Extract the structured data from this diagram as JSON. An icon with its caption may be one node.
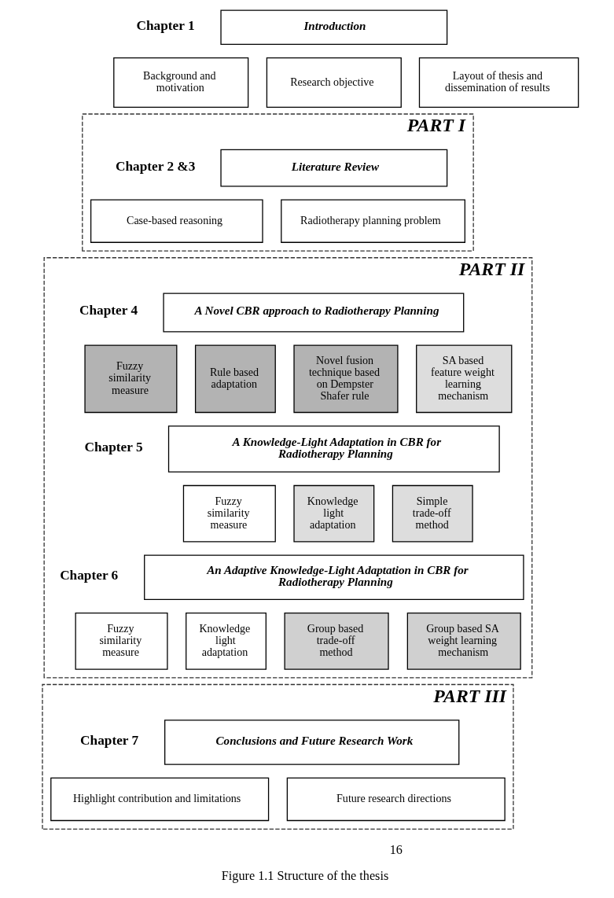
{
  "diagram": {
    "caption": "Figure 1.1 Structure of the thesis",
    "nodes": [
      {
        "text": [
          "Introduction"
        ],
        "beside": [
          "Chapter 1"
        ]
      },
      {
        "text": [
          "Background and motivation"
        ]
      },
      {
        "text": [
          "Research objective"
        ]
      },
      {
        "text": [
          "Layout of thesis and dissemination of results"
        ]
      },
      {
        "text": [
          "PART I"
        ]
      },
      {
        "text": [
          "Literature Review"
        ],
        "in": 4,
        "beside": [
          "Chapter 2 &3"
        ]
      },
      {
        "text": [
          "Case-based reasoning"
        ],
        "in": 4
      },
      {
        "text": [
          "Radiotherapy planning problem"
        ],
        "in": 4
      },
      {
        "text": [
          "PART II"
        ]
      },
      {
        "text": [
          "A Novel CBR approach to Radiotherapy Planning"
        ],
        "in": 8,
        "beside": [
          "Chapter 4"
        ]
      },
      {
        "text": [
          "Fuzzy similarity measure"
        ],
        "in": 8
      },
      {
        "text": [
          "Rule based adaptation"
        ],
        "in": 8
      },
      {
        "text": [
          "Novel fusion technique based on Dempster Shafer rule"
        ],
        "in": 8
      },
      {
        "text": [
          "SA based feature weight learning mechanism"
        ],
        "in": 8
      },
      {
        "text": [
          "A Knowledge-Light Adaptation in CBR for Radiotherapy Planning"
        ],
        "in": 8,
        "beside": [
          "Chapter 5"
        ]
      },
      {
        "text": [
          "Fuzzy similarity measure"
        ],
        "in": 8
      },
      {
        "text": [
          "Knowledge light adaptation"
        ],
        "in": 8
      },
      {
        "text": [
          "Simple trade-off method"
        ],
        "in": 8
      },
      {
        "text": [
          "An Adaptive Knowledge-Light Adaptation in CBR for Radiotherapy Planning"
        ],
        "in": 8,
        "beside": [
          "Chapter 6"
        ]
      },
      {
        "text": [
          "Fuzzy similarity measure"
        ],
        "in": 8
      },
      {
        "text": [
          "Knowledge light adaptation"
        ],
        "in": 8
      },
      {
        "text": [
          "Group based trade-off method"
        ],
        "in": 8
      },
      {
        "text": [
          "Group based SA weight learning mechanism"
        ],
        "in": 8
      },
      {
        "text": [
          "PART III"
        ]
      },
      {
        "text": [
          "Conclusions and Future Research Work"
        ],
        "in": 23,
        "beside": [
          "Chapter 7"
        ]
      },
      {
        "text": [
          "Highlight contribution and limitations"
        ],
        "in": 23
      },
      {
        "text": [
          "Future research directions"
        ],
        "in": 23
      }
    ],
    "edges": [],
    "labels": [
      "16"
    ]
  }
}
